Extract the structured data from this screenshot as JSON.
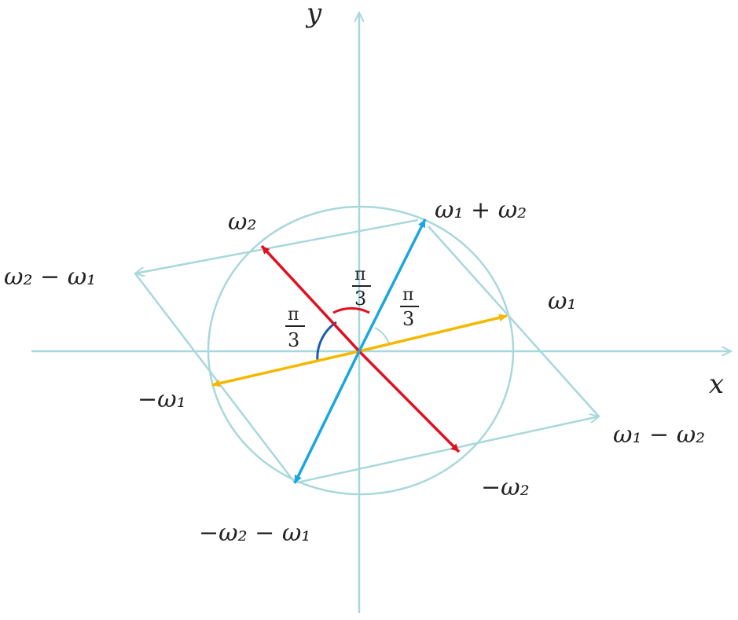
{
  "axes": {
    "x_label": "x",
    "y_label": "y"
  },
  "vectors": {
    "omega1": "ω₁",
    "neg_omega1": "−ω₁",
    "omega2": "ω₂",
    "neg_omega2": "−ω₂",
    "sum": "ω₁ + ω₂",
    "neg_sum": "−ω₂ − ω₁",
    "diff_21": "ω₂ − ω₁",
    "diff_12": "ω₁ − ω₂"
  },
  "angles": {
    "numerator": "π",
    "denominator": "3"
  },
  "colors": {
    "axis": "#a8d8dc",
    "omega1": "#f5b800",
    "omega2": "#e01020",
    "sum": "#1aa6e0",
    "arc_blue": "#1a5cb0",
    "arc_red": "#e01020"
  }
}
